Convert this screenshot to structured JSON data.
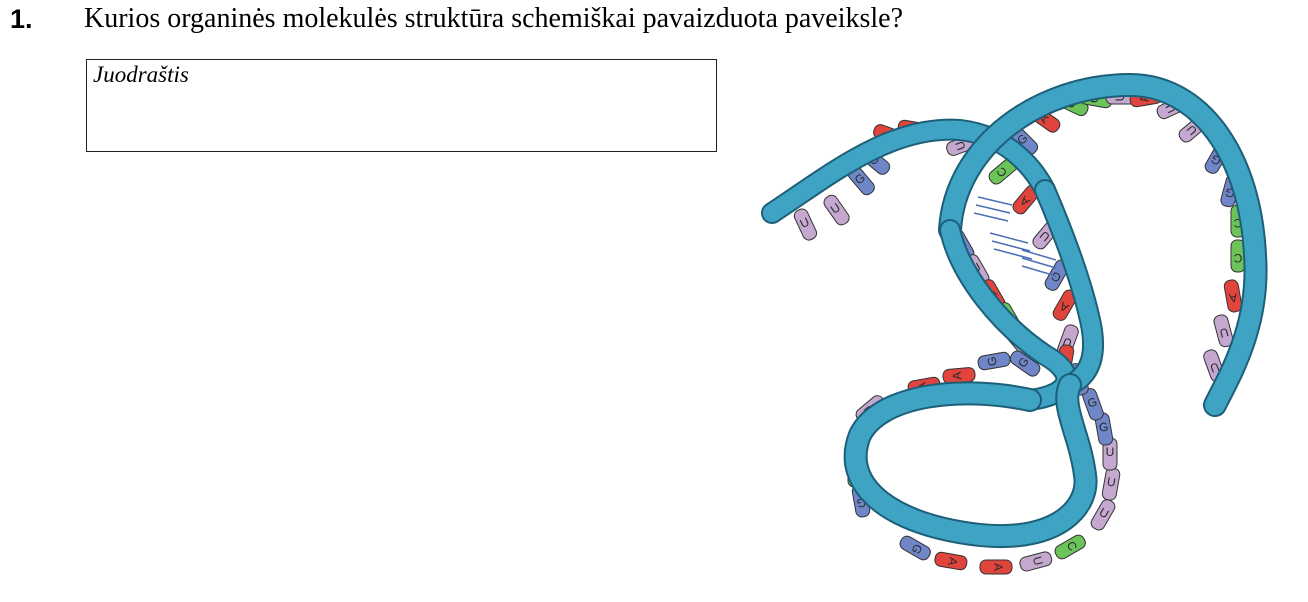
{
  "question": {
    "number": "1.",
    "text": "Kurios organinės molekulės struktūra schemiškai pavaizduota paveiksle?"
  },
  "draft_box": {
    "label": "Juodraštis"
  },
  "figure": {
    "colors": {
      "backbone": "#3fa3c4",
      "backbone_edge": "#1d5f78",
      "A": "#e0443c",
      "C": "#6cc35a",
      "G": "#6f86c9",
      "U": "#c5a8d0"
    },
    "bases_top_left_strand": [
      "U",
      "U",
      "G",
      "G",
      "A",
      "A",
      "C",
      "U"
    ],
    "bases_top_right_strand": [
      "G",
      "A",
      "C",
      "C",
      "U",
      "A",
      "U",
      "U",
      "G",
      "G",
      "C",
      "C",
      "A",
      "U",
      "U"
    ],
    "bases_inner_strand_1": [
      "C",
      "A",
      "U",
      "G",
      "A",
      "U",
      "A"
    ],
    "bases_inner_strand_2": [
      "G",
      "U",
      "A",
      "C",
      "U",
      "G"
    ],
    "bases_lower_loop": [
      "G",
      "A",
      "A",
      "U",
      "C",
      "G",
      "G",
      "A",
      "A",
      "U",
      "C",
      "U",
      "U",
      "U",
      "G",
      "G",
      "G"
    ]
  }
}
